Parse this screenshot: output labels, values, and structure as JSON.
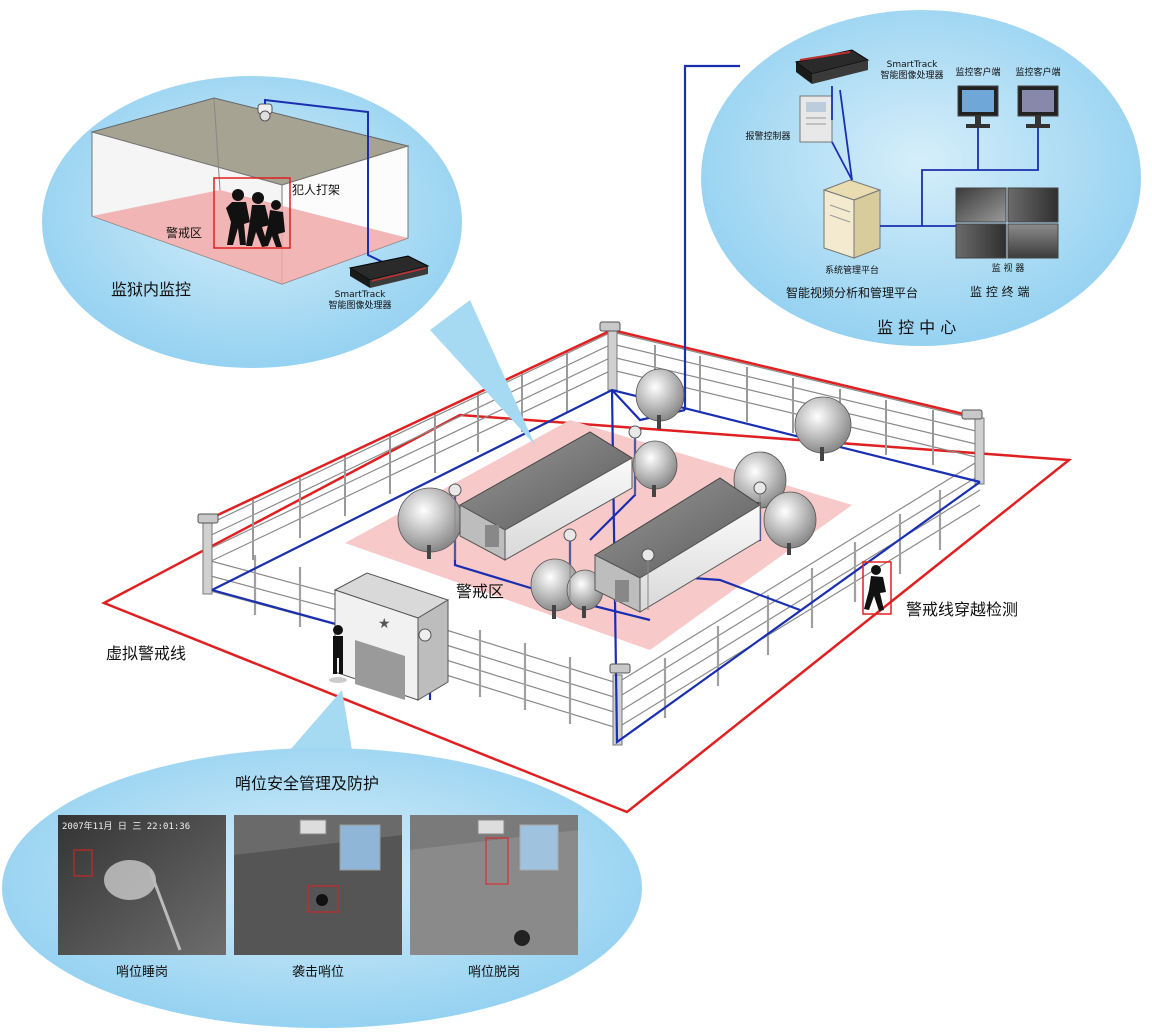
{
  "prison_bubble": {
    "title": "监狱内监控",
    "fight_label": "犯人打架",
    "alert_zone_label": "警戒区",
    "processor_label_1": "SmartTrack",
    "processor_label_2": "智能图像处理器"
  },
  "center_bubble": {
    "title": "监 控 中 心",
    "processor_label_1": "SmartTrack",
    "processor_label_2": "智能图像处理器",
    "client_1": "监控客户端",
    "client_2": "监控客户端",
    "alarm_controller": "报警控制器",
    "server_label": "系统管理平台",
    "platform_label": "智能视频分析和管理平台",
    "monitor_label": "监 视 器",
    "terminal_label": "监 控 终 端"
  },
  "compound": {
    "alert_zone_label": "警戒区",
    "virtual_line_label": "虚拟警戒线",
    "crossing_label": "警戒线穿越检测"
  },
  "sentry_bubble": {
    "title": "哨位安全管理及防护",
    "timestamp": "2007年11月  日  三  22:01:36",
    "captions": [
      "哨位睡岗",
      "袭击哨位",
      "哨位脱岗"
    ]
  },
  "colors": {
    "bubble": "#a6d9f2",
    "virtual_line": "#e02020",
    "cable": "#1a2fb0",
    "alert_zone": "#f7c9c9"
  }
}
